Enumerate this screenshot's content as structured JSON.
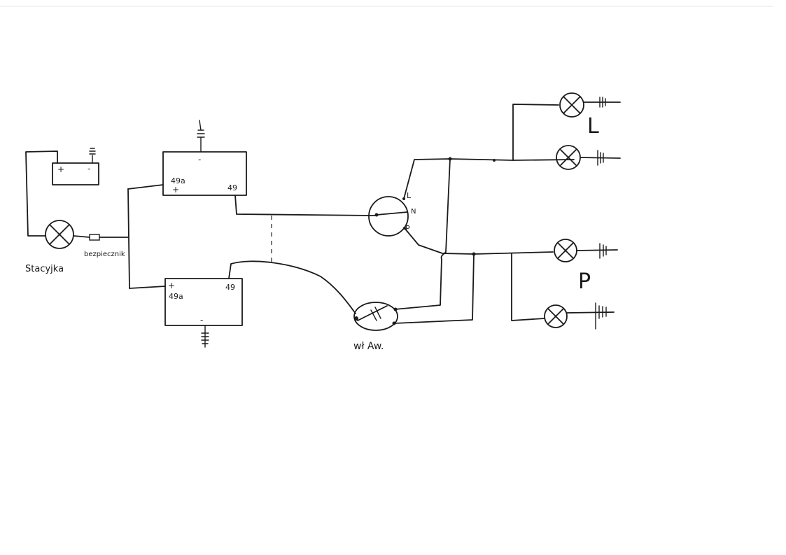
{
  "labels": {
    "ignition": "Stacyjka",
    "fuse": "bezpiecznik",
    "relay_top_left": "49a",
    "relay_top_plus": "+",
    "relay_top_right": "49",
    "relay_top_minus": "-",
    "relay_bottom_left": "49a",
    "relay_bottom_plus": "+",
    "relay_bottom_right": "49",
    "relay_bottom_minus": "-",
    "battery_plus": "+",
    "battery_minus": "-",
    "switch_l": "L",
    "switch_n": "N",
    "switch_p": "P",
    "hazard_switch": "wł Aw.",
    "left_side": "L",
    "right_side": "P"
  }
}
